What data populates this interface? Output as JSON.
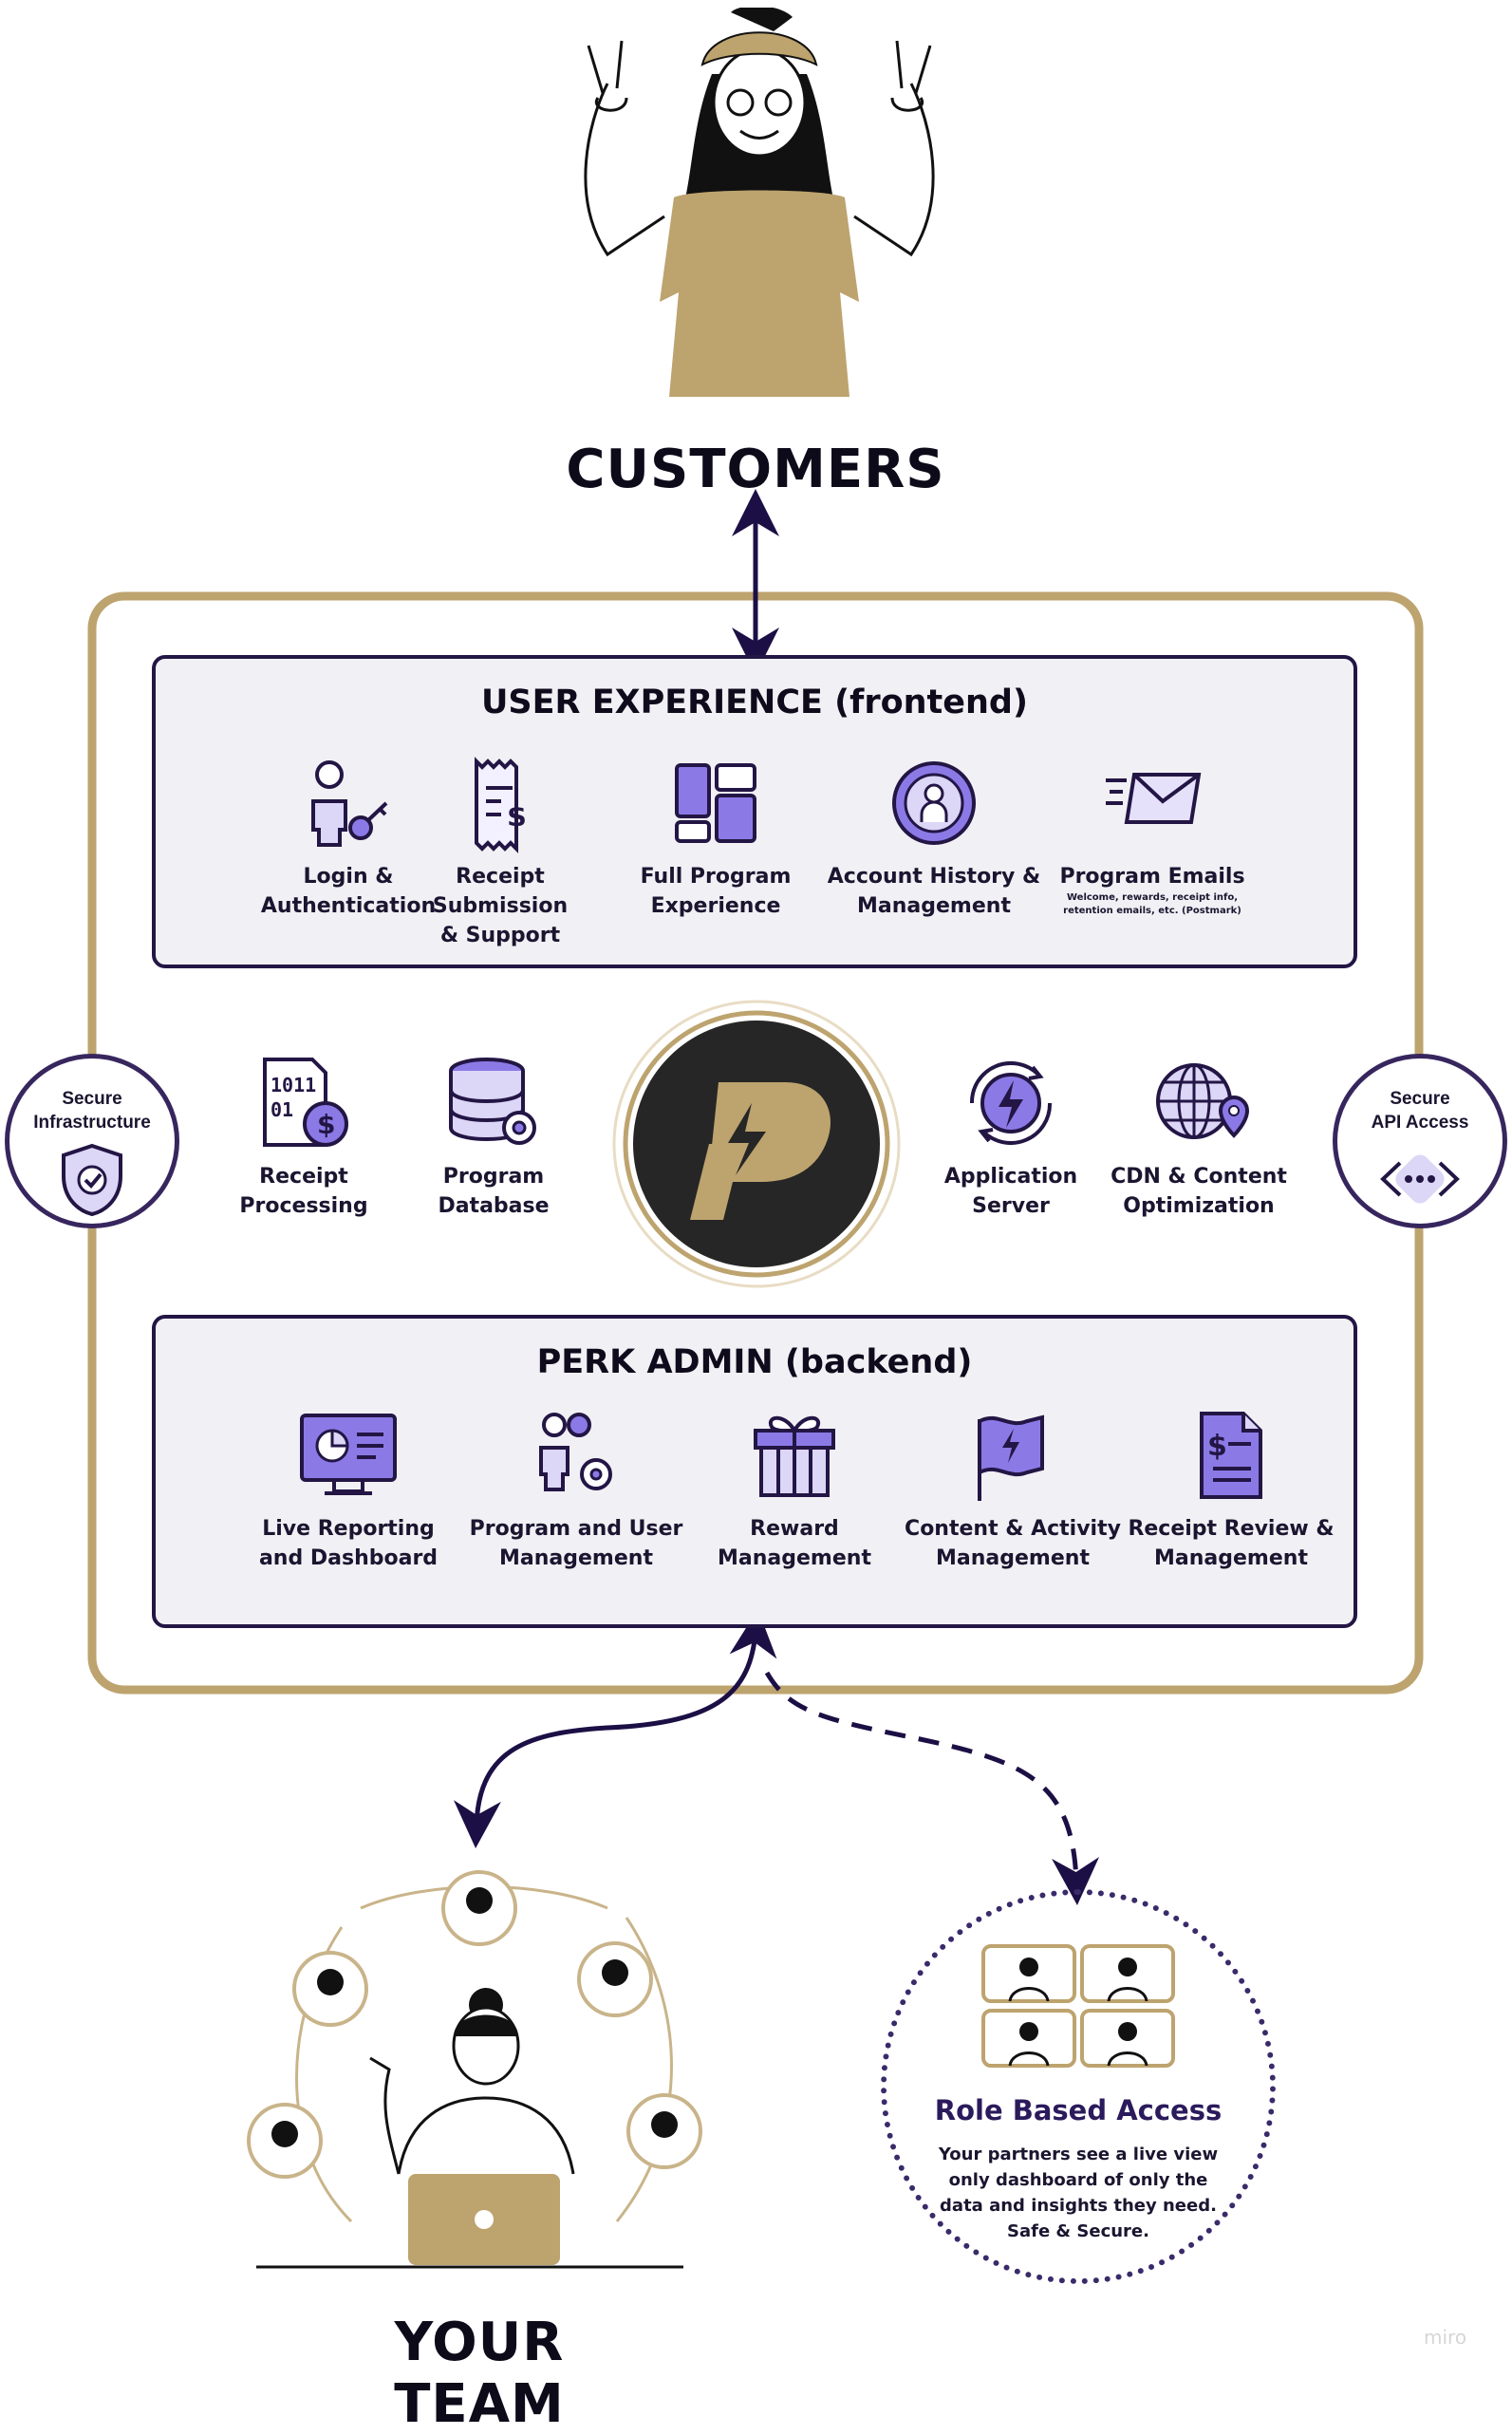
{
  "top": {
    "title": "CUSTOMERS"
  },
  "bottom": {
    "title": "YOUR TEAM"
  },
  "frontend": {
    "title": "USER EXPERIENCE (frontend)",
    "items": [
      {
        "line1": "Login &",
        "line2": "Authentication",
        "icon": "login-key-icon"
      },
      {
        "line1": "Receipt Submission",
        "line2": "& Support",
        "icon": "receipt-icon"
      },
      {
        "line1": "Full Program",
        "line2": "Experience",
        "icon": "layout-grid-icon"
      },
      {
        "line1": "Account History &",
        "line2": "Management",
        "icon": "user-circle-icon"
      },
      {
        "line1": "Program Emails",
        "sub1": "Welcome, rewards, receipt info,",
        "sub2": "retention emails, etc. (Postmark)",
        "icon": "envelope-icon"
      }
    ]
  },
  "middle": {
    "items": [
      {
        "line1": "Receipt",
        "line2": "Processing",
        "icon": "receipt-processing-icon"
      },
      {
        "line1": "Program",
        "line2": "Database",
        "icon": "database-gear-icon"
      },
      {
        "line1": "Application",
        "line2": "Server",
        "icon": "server-bolt-icon"
      },
      {
        "line1": "CDN & Content",
        "line2": "Optimization",
        "icon": "globe-pin-icon"
      }
    ]
  },
  "badges": {
    "left": {
      "line1": "Secure",
      "line2": "Infrastructure",
      "icon": "shield-check-icon"
    },
    "right": {
      "line1": "Secure",
      "line2": "API Access",
      "icon": "api-code-icon"
    }
  },
  "backend": {
    "title": "PERK ADMIN (backend)",
    "items": [
      {
        "line1": "Live Reporting",
        "line2": "and Dashboard",
        "icon": "dashboard-monitor-icon"
      },
      {
        "line1": "Program and User",
        "line2": "Management",
        "icon": "users-gear-icon"
      },
      {
        "line1": "Reward",
        "line2": "Management",
        "icon": "gift-icon"
      },
      {
        "line1": "Content & Activity",
        "line2": "Management",
        "icon": "flag-bolt-icon"
      },
      {
        "line1": "Receipt Review &",
        "line2": "Management",
        "icon": "invoice-dollar-icon"
      }
    ]
  },
  "role_access": {
    "title": "Role Based Access",
    "lines": [
      "Your partners see a live view",
      "only dashboard of only the",
      "data and insights they need.",
      "Safe & Secure."
    ]
  },
  "watermark": "miro",
  "colors": {
    "gold": "#bda36e",
    "navy": "#231645",
    "purple": "#6b57d6",
    "lavender": "#dcd6f7",
    "panel": "#f1f0f4"
  }
}
